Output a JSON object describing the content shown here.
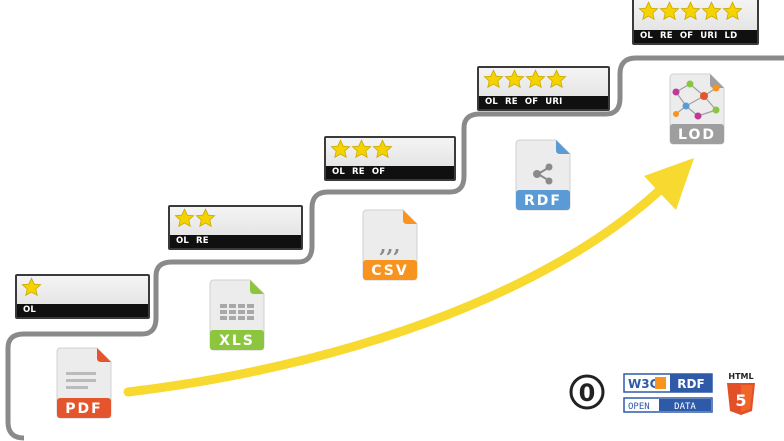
{
  "steps": [
    {
      "stars": 1,
      "tags": [
        "OL"
      ],
      "format": "PDF",
      "color": "#e4552d"
    },
    {
      "stars": 2,
      "tags": [
        "OL",
        "RE"
      ],
      "format": "XLS",
      "color": "#8cc63f"
    },
    {
      "stars": 3,
      "tags": [
        "OL",
        "RE",
        "OF"
      ],
      "format": "CSV",
      "color": "#f7931e"
    },
    {
      "stars": 4,
      "tags": [
        "OL",
        "RE",
        "OF",
        "URI"
      ],
      "format": "RDF",
      "color": "#5b9bd5"
    },
    {
      "stars": 5,
      "tags": [
        "OL",
        "RE",
        "OF",
        "URI",
        "LD"
      ],
      "format": "LOD",
      "color": "#9e9e9e"
    }
  ],
  "logos": {
    "cc0": "0",
    "w3c": "W3C",
    "rdf": "RDF",
    "open_data_1": "OPEN",
    "open_data_2": "DATA",
    "html5": "HTML",
    "html5_num": "5"
  },
  "colors": {
    "star": "#f5d300",
    "arrow": "#f7d930",
    "stairs": "#8a8a8a"
  }
}
